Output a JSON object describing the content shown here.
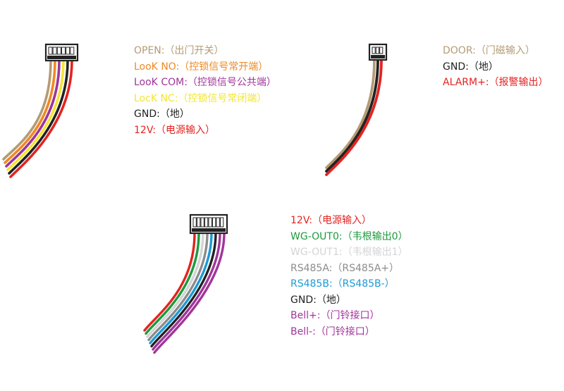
{
  "connectors": [
    {
      "id": "connector-1",
      "pins": [
        {
          "label": "OPEN",
          "desc": "（出门开关）",
          "color": "#b49b76"
        },
        {
          "label": "LooK NO",
          "desc": "（控锁信号常开端）",
          "color": "#ee8a22"
        },
        {
          "label": "LooK COM",
          "desc": "（控锁信号公共端）",
          "color": "#a0359a"
        },
        {
          "label": "LocK NC",
          "desc": "（控锁信号常闭端）",
          "color": "#f2e632"
        },
        {
          "label": "GND",
          "desc": "（地）",
          "color": "#222222"
        },
        {
          "label": "12V",
          "desc": "（电源输入）",
          "color": "#e42320"
        }
      ]
    },
    {
      "id": "connector-2",
      "pins": [
        {
          "label": "DOOR",
          "desc": "（门磁输入）",
          "color": "#b49b76"
        },
        {
          "label": "GND",
          "desc": "（地）",
          "color": "#222222"
        },
        {
          "label": "ALARM+",
          "desc": "（报警输出）",
          "color": "#e42320"
        }
      ]
    },
    {
      "id": "connector-3",
      "pins": [
        {
          "label": "12V",
          "desc": "（电源输入）",
          "color": "#e42320"
        },
        {
          "label": "WG-OUT0",
          "desc": "（韦根输出0）",
          "color": "#1d9a3c"
        },
        {
          "label": "WG-OUT1",
          "desc": "（韦根输出1）",
          "color": "#d4d4d4"
        },
        {
          "label": "RS485A",
          "desc": "（RS485A+）",
          "color": "#8c8c8c"
        },
        {
          "label": "RS485B",
          "desc": "（RS485B-）",
          "color": "#1c9ad6"
        },
        {
          "label": "GND",
          "desc": "（地）",
          "color": "#222222"
        },
        {
          "label": "Bell+",
          "desc": "（门铃接口）",
          "color": "#a0359a"
        },
        {
          "label": "Bell-",
          "desc": "（门铃接口）",
          "color": "#a0359a"
        }
      ]
    }
  ]
}
